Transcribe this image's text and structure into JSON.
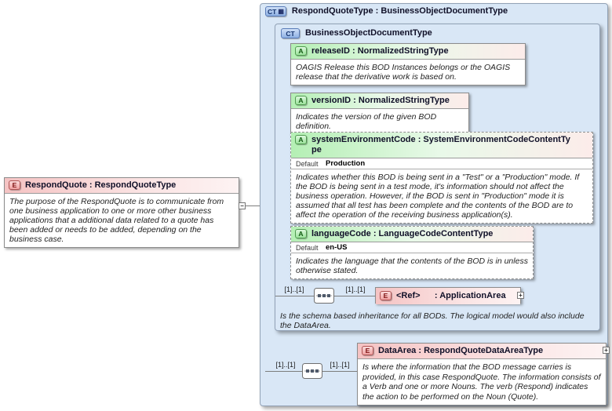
{
  "diagram": {
    "cardinality_label": "[1]..[1]",
    "icons": {
      "root_glyph": "▦",
      "expand_glyph": "+",
      "collapse_glyph": "−"
    },
    "nodes": {
      "respondQuote": {
        "badge": "E",
        "title": "RespondQuote : RespondQuoteType",
        "doc": "The purpose of the RespondQuote is to communicate from one business application to one or more other business applications that a additional data related to a quote has been added or needs to be added, depending on the business case."
      },
      "outerType": {
        "badge": "CT",
        "title": "RespondQuoteType : BusinessObjectDocumentType"
      },
      "innerType": {
        "badge": "CT",
        "title": "BusinessObjectDocumentType",
        "footer": "Is the schema based inheritance for all BODs. The logical model would also include the DataArea."
      },
      "releaseID": {
        "badge": "A",
        "title": "releaseID : NormalizedStringType",
        "doc": "OAGIS Release this BOD Instances belongs or the OAGIS release that the derivative work is based on."
      },
      "versionID": {
        "badge": "A",
        "title": "versionID : NormalizedStringType",
        "doc": "Indicates the version of the given BOD definition."
      },
      "systemEnvironmentCode": {
        "badge": "A",
        "title": "systemEnvironmentCode : SystemEnvironmentCodeContentTy\npe",
        "default_label": "Default",
        "default_value": "Production",
        "doc": "Indicates whether this BOD is being sent in a \"Test\" or a \"Production\" mode. If the BOD is being sent in a test mode, it's information should not affect the business operation. However, if the BOD is sent in \"Production\" mode it is assumed that all test has been complete and the contents of the BOD are to affect the operation of the receiving business application(s)."
      },
      "languageCode": {
        "badge": "A",
        "title": "languageCode : LanguageCodeContentType",
        "default_label": "Default",
        "default_value": "en-US",
        "doc": "Indicates the language that the contents of the BOD is in unless otherwise stated."
      },
      "applicationArea": {
        "badge": "E",
        "title": "<Ref>      : ApplicationArea"
      },
      "dataArea": {
        "badge": "E",
        "title": "DataArea : RespondQuoteDataAreaType",
        "doc": "Is where the information that the BOD message carries is provided, in this case RespondQuote. The information consists of a Verb and one or more Nouns. The verb (Respond) indicates the action to be performed on the Noun (Quote)."
      }
    }
  }
}
